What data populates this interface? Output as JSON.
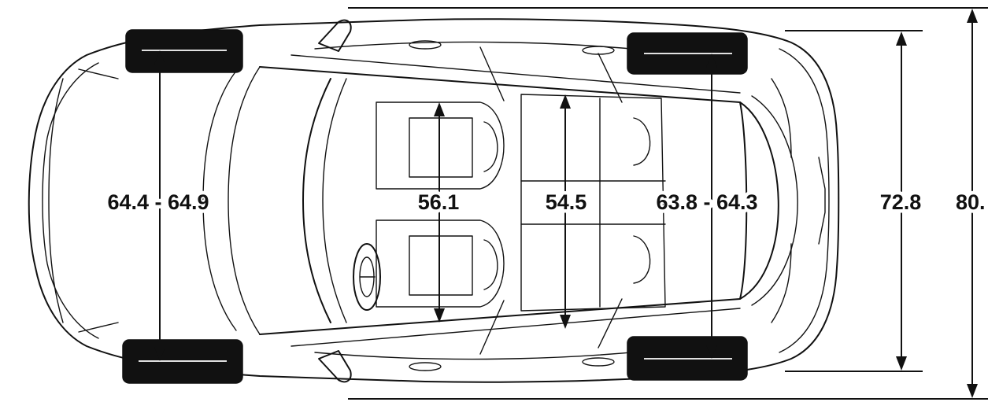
{
  "view": "top",
  "dimensions": {
    "front_track": "64.4 - 64.9",
    "front_shoulder_room": "56.1",
    "rear_shoulder_room": "54.5",
    "rear_track": "63.8 - 64.3",
    "width_body": "72.8",
    "width_mirrors": "80."
  }
}
